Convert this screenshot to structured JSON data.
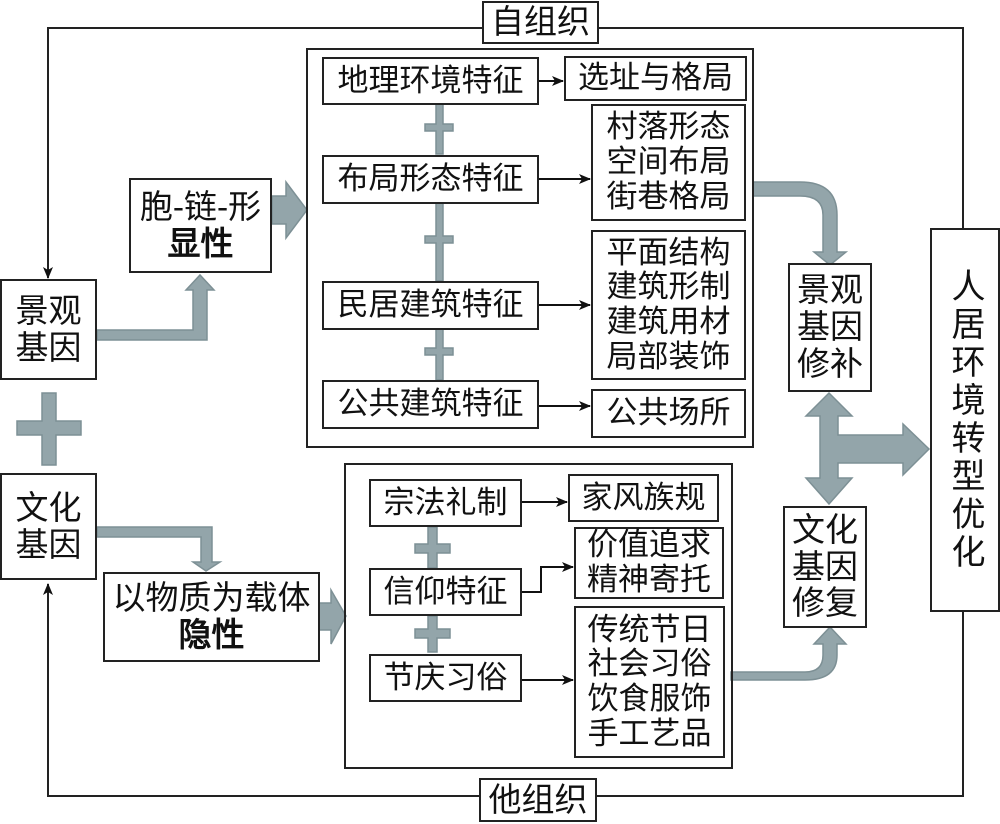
{
  "diagram": {
    "loop_labels": {
      "top": "自组织",
      "bottom": "他组织"
    },
    "left": {
      "landscape_gene": "景观\n基因",
      "culture_gene": "文化\n基因",
      "explicit_box": {
        "line1": "胞-链-形",
        "line2": "显性"
      },
      "implicit_box": {
        "line1": "以物质为载体",
        "line2": "隐性"
      }
    },
    "landscape_group": {
      "features": [
        "地理环境特征",
        "布局形态特征",
        "民居建筑特征",
        "公共建筑特征"
      ],
      "outcomes": [
        "选址与格局",
        "村落形态\n空间布局\n街巷格局",
        "平面结构\n建筑形制\n建筑用材\n局部装饰",
        "公共场所"
      ]
    },
    "culture_group": {
      "features": [
        "宗法礼制",
        "信仰特征",
        "节庆习俗"
      ],
      "outcomes": [
        "家风族规",
        "价值追求\n精神寄托",
        "传统节日\n社会习俗\n饮食服饰\n手工艺品"
      ]
    },
    "repair": {
      "landscape": "景观\n基因\n修补",
      "culture": "文化\n基因\n修复"
    },
    "goal": "人居环境转型优化",
    "colors": {
      "connector_fill": "#93a5aa",
      "connector_stroke": "#7d9095",
      "line": "#222222"
    }
  }
}
